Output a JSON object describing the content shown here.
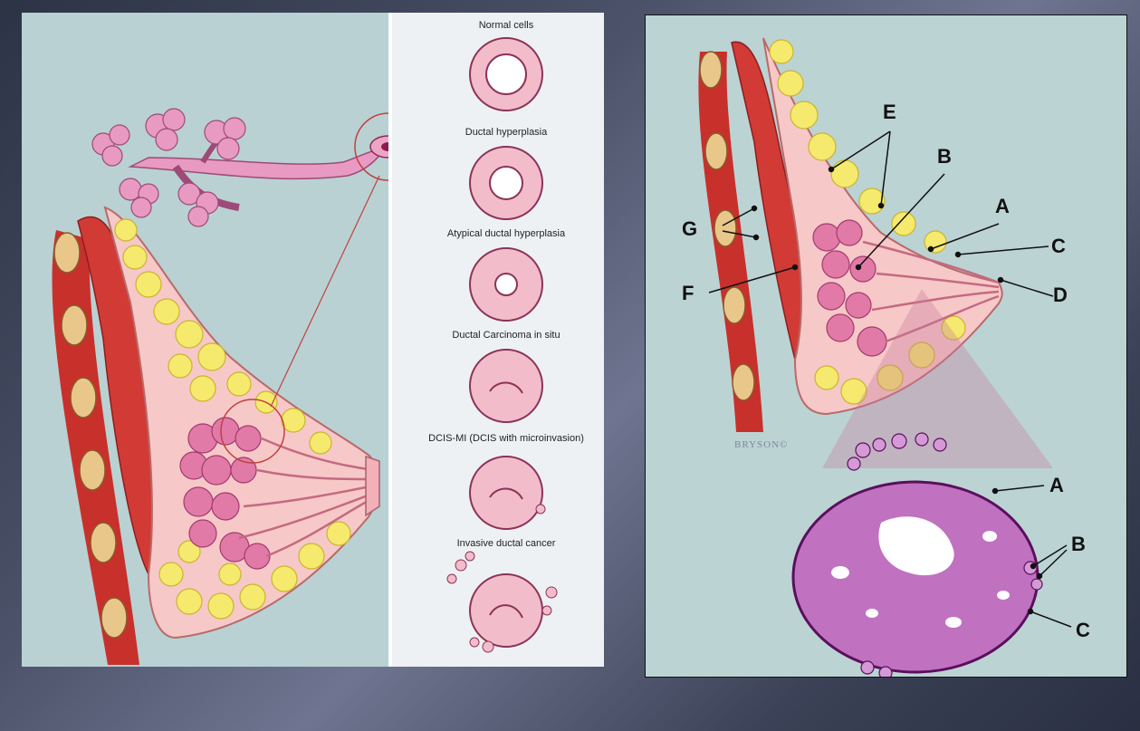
{
  "stages": [
    {
      "label": "Normal cells",
      "icon": "normal-duct-icon"
    },
    {
      "label": "Ductal hyperplasia",
      "icon": "hyperplasia-duct-icon"
    },
    {
      "label": "Atypical ductal hyperplasia",
      "icon": "atypical-duct-icon"
    },
    {
      "label": "Ductal Carcinoma in situ",
      "icon": "dcis-duct-icon"
    },
    {
      "label": "DCIS-MI (DCIS with microinvasion)",
      "icon": "dcis-mi-duct-icon"
    },
    {
      "label": "Invasive ductal cancer",
      "icon": "invasive-duct-icon"
    }
  ],
  "anatomy_labels": {
    "E": "E",
    "B": "B",
    "A": "A",
    "C": "C",
    "D": "D",
    "G": "G",
    "F": "F"
  },
  "cross_section_labels": {
    "A": "A",
    "B": "B",
    "C": "C"
  },
  "credit": "BRYSON©",
  "colors": {
    "tissue_pink": "#f2b8c0",
    "lobule_pink": "#e07aa8",
    "muscle_red": "#d83a3a",
    "fat_yellow": "#f6ec6a",
    "cell_purple": "#9b2e9a",
    "background_teal": "#b9d1d2"
  }
}
